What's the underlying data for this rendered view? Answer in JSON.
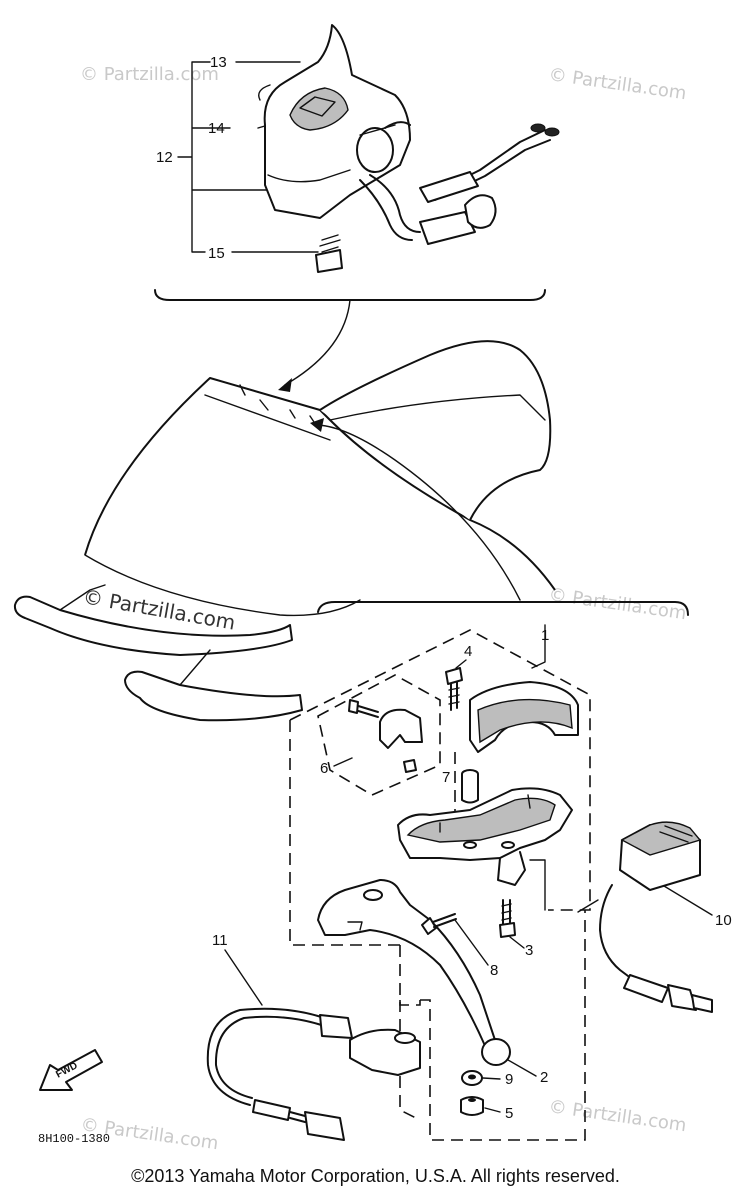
{
  "callouts": {
    "c1": "1",
    "c2": "2",
    "c3": "3",
    "c4": "4",
    "c5": "5",
    "c6": "6",
    "c7": "7",
    "c8": "8",
    "c9": "9",
    "c10": "10",
    "c11": "11",
    "c12": "12",
    "c13": "13",
    "c14": "14",
    "c15": "15"
  },
  "watermark": "© Partzilla.com",
  "diagram_code": "8H100-1380",
  "fwd_label": "FWD",
  "copyright": "©2013 Yamaha Motor Corporation, U.S.A. All rights reserved."
}
